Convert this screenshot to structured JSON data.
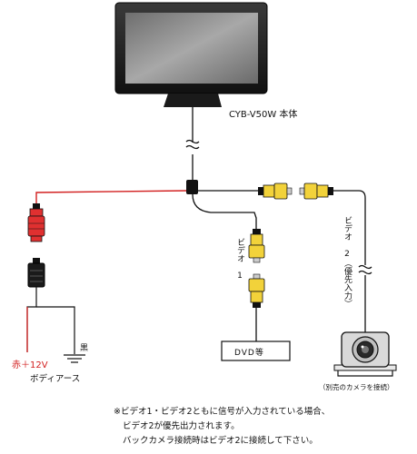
{
  "labels": {
    "unit": "CYB-V50W 本体",
    "video1": "ビデオ 1",
    "video2": "ビデオ 2（優先入力）",
    "dvd": "DVD等",
    "red_voltage": "赤＋12V",
    "black": "黒",
    "body_ground": "ボディアース",
    "camera": "（別売のカメラを接続）"
  },
  "notes": [
    "※ビデオ1・ビデオ2ともに信号が入力されている場合、",
    "ビデオ2が優先出力されます。",
    "バックカメラ接続時はビデオ2に接続して下さい。"
  ],
  "colors": {
    "red_wire": "#d22020",
    "rca_yellow": "#f2d23a",
    "rca_red": "#e03030",
    "line": "#111111",
    "monitor_screen": "#8c8c8c"
  }
}
